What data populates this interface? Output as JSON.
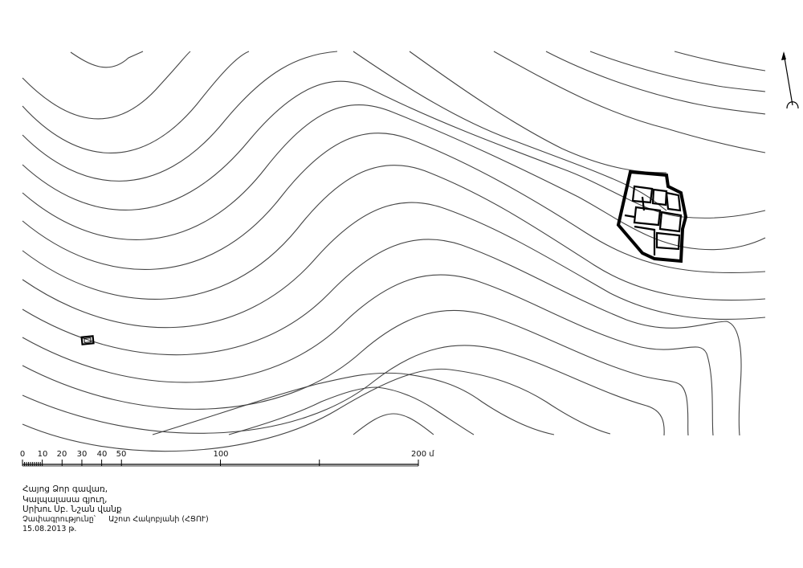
{
  "scale_bar": {
    "labels": [
      "0",
      "10",
      "20",
      "30",
      "40",
      "50",
      "100",
      "200 մ"
    ]
  },
  "caption": {
    "line1": "Հայոց Ձոր գավառ,",
    "line2": "Կալպալասա գյուղ,",
    "line3": "Սրխու Սբ. Նշան վանք",
    "credit_label": "Չափագրությունը՝",
    "credit_author": "Աշոտ Հակոբյանի (ՀՑՈՒ)",
    "date": "15.08.2013 թ."
  }
}
